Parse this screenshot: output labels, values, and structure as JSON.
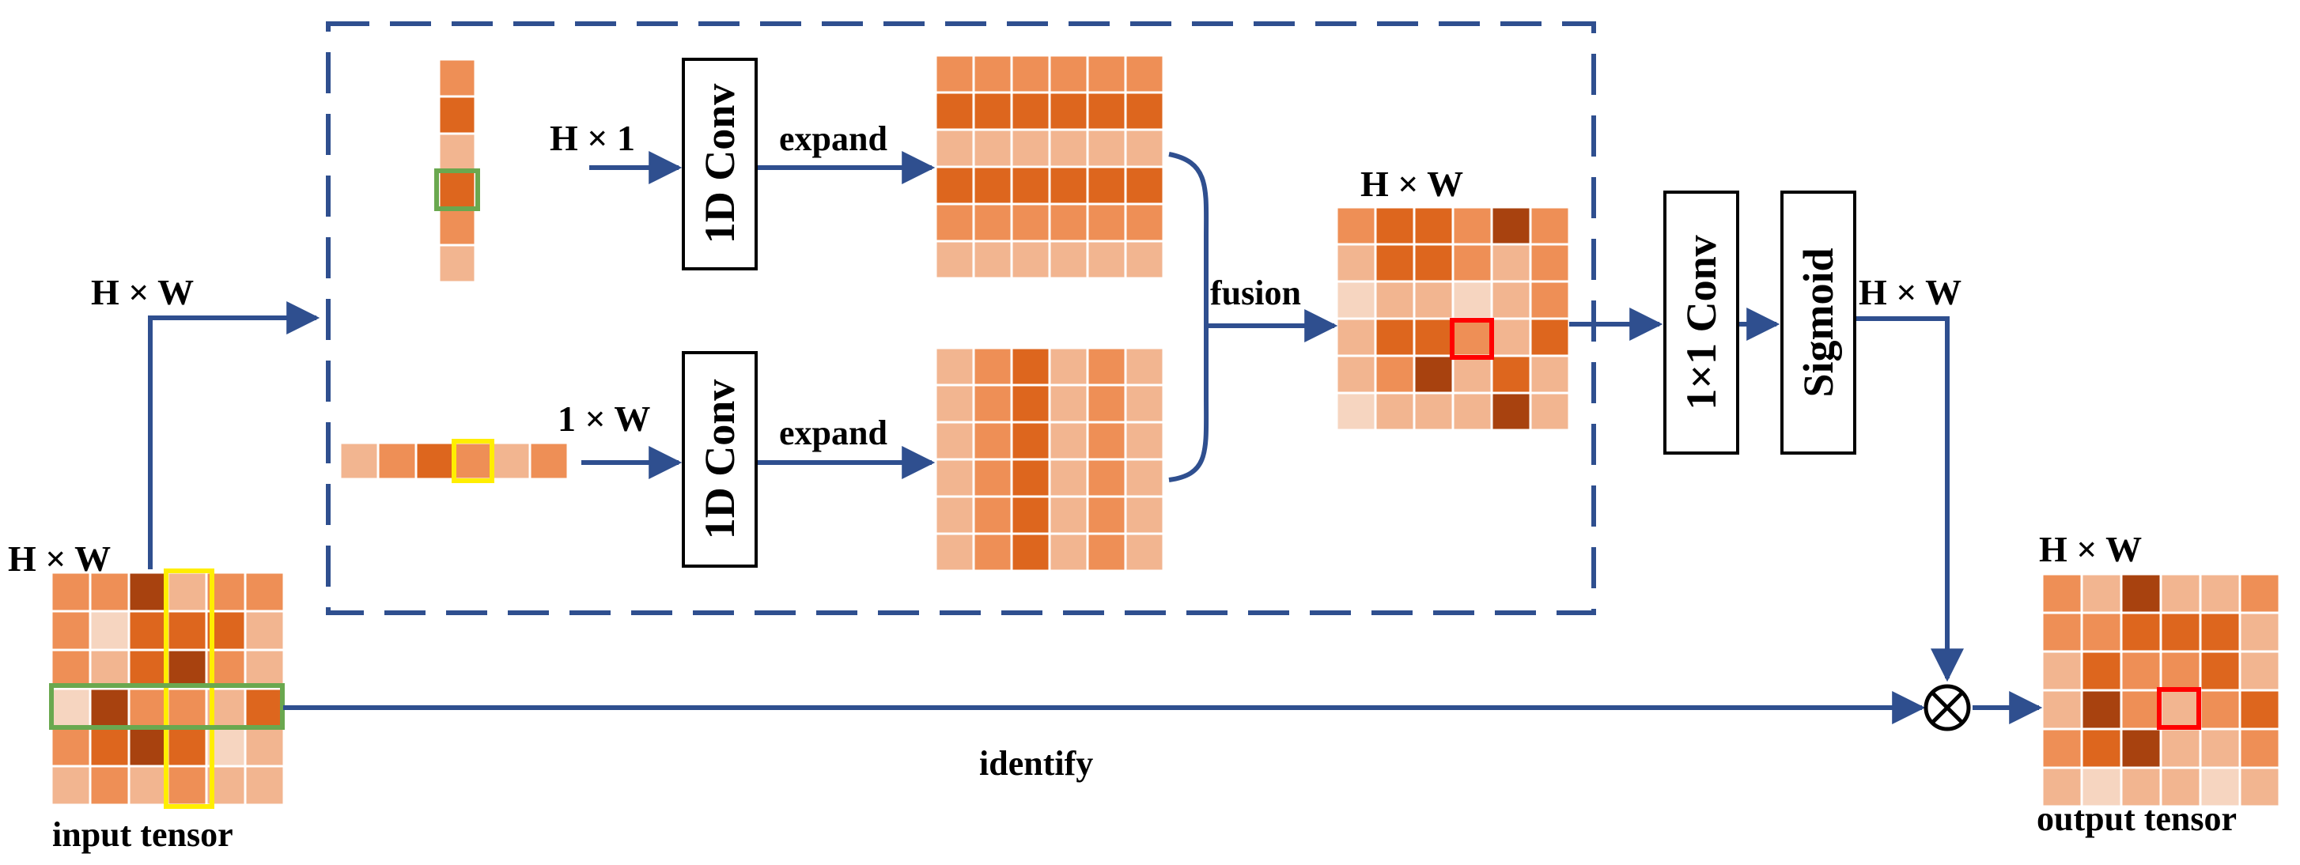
{
  "labels": {
    "input_dims": "H × W",
    "branch_dims": "H × W",
    "col_dims": "H × 1",
    "row_dims": "1 × W",
    "fusion_dims": "H × W",
    "sigmoid_dims": "H × W",
    "output_dims": "H × W",
    "expand_top": "expand",
    "expand_bottom": "expand",
    "fusion": "fusion",
    "identify": "identify",
    "input_caption": "input tensor",
    "output_caption": "output tensor"
  },
  "boxes": {
    "conv_top": "1D Conv",
    "conv_bottom": "1D Conv",
    "conv_1x1": "1×1 Conv",
    "sigmoid": "Sigmoid"
  },
  "symbols": {
    "multiply": "⊗"
  },
  "colors": {
    "arrow": "#2f4f8f",
    "dashed_border": "#2f4f8f",
    "highlight_yellow": "#ffee00",
    "highlight_green": "#6aa84f",
    "highlight_red": "#ff0000",
    "palette": [
      "#f6d5c0",
      "#f2b590",
      "#ee8f56",
      "#dd661e",
      "#a8420f"
    ]
  },
  "grids": {
    "input": [
      [
        2,
        2,
        4,
        1,
        2,
        2
      ],
      [
        2,
        0,
        3,
        3,
        3,
        1
      ],
      [
        2,
        1,
        3,
        4,
        2,
        1
      ],
      [
        0,
        4,
        2,
        2,
        1,
        3
      ],
      [
        2,
        3,
        4,
        3,
        0,
        1
      ],
      [
        1,
        2,
        1,
        2,
        1,
        1
      ]
    ],
    "fusion": [
      [
        2,
        3,
        3,
        2,
        4,
        2
      ],
      [
        1,
        3,
        3,
        2,
        1,
        2
      ],
      [
        0,
        1,
        1,
        0,
        1,
        2
      ],
      [
        1,
        3,
        3,
        2,
        1,
        3
      ],
      [
        1,
        2,
        4,
        1,
        3,
        1
      ],
      [
        0,
        1,
        1,
        1,
        4,
        1
      ]
    ],
    "output": [
      [
        2,
        1,
        4,
        1,
        1,
        2
      ],
      [
        2,
        2,
        3,
        3,
        3,
        1
      ],
      [
        1,
        3,
        2,
        2,
        3,
        1
      ],
      [
        1,
        4,
        2,
        1,
        2,
        3
      ],
      [
        2,
        3,
        4,
        1,
        1,
        2
      ],
      [
        1,
        0,
        1,
        1,
        0,
        1
      ]
    ],
    "column_vector": [
      2,
      3,
      1,
      3,
      2,
      1
    ],
    "row_vector": [
      1,
      2,
      3,
      2,
      1,
      2
    ],
    "expand_rows": [
      2,
      3,
      1,
      3,
      2,
      1
    ],
    "expand_cols": [
      1,
      2,
      3,
      1,
      2,
      1
    ]
  }
}
